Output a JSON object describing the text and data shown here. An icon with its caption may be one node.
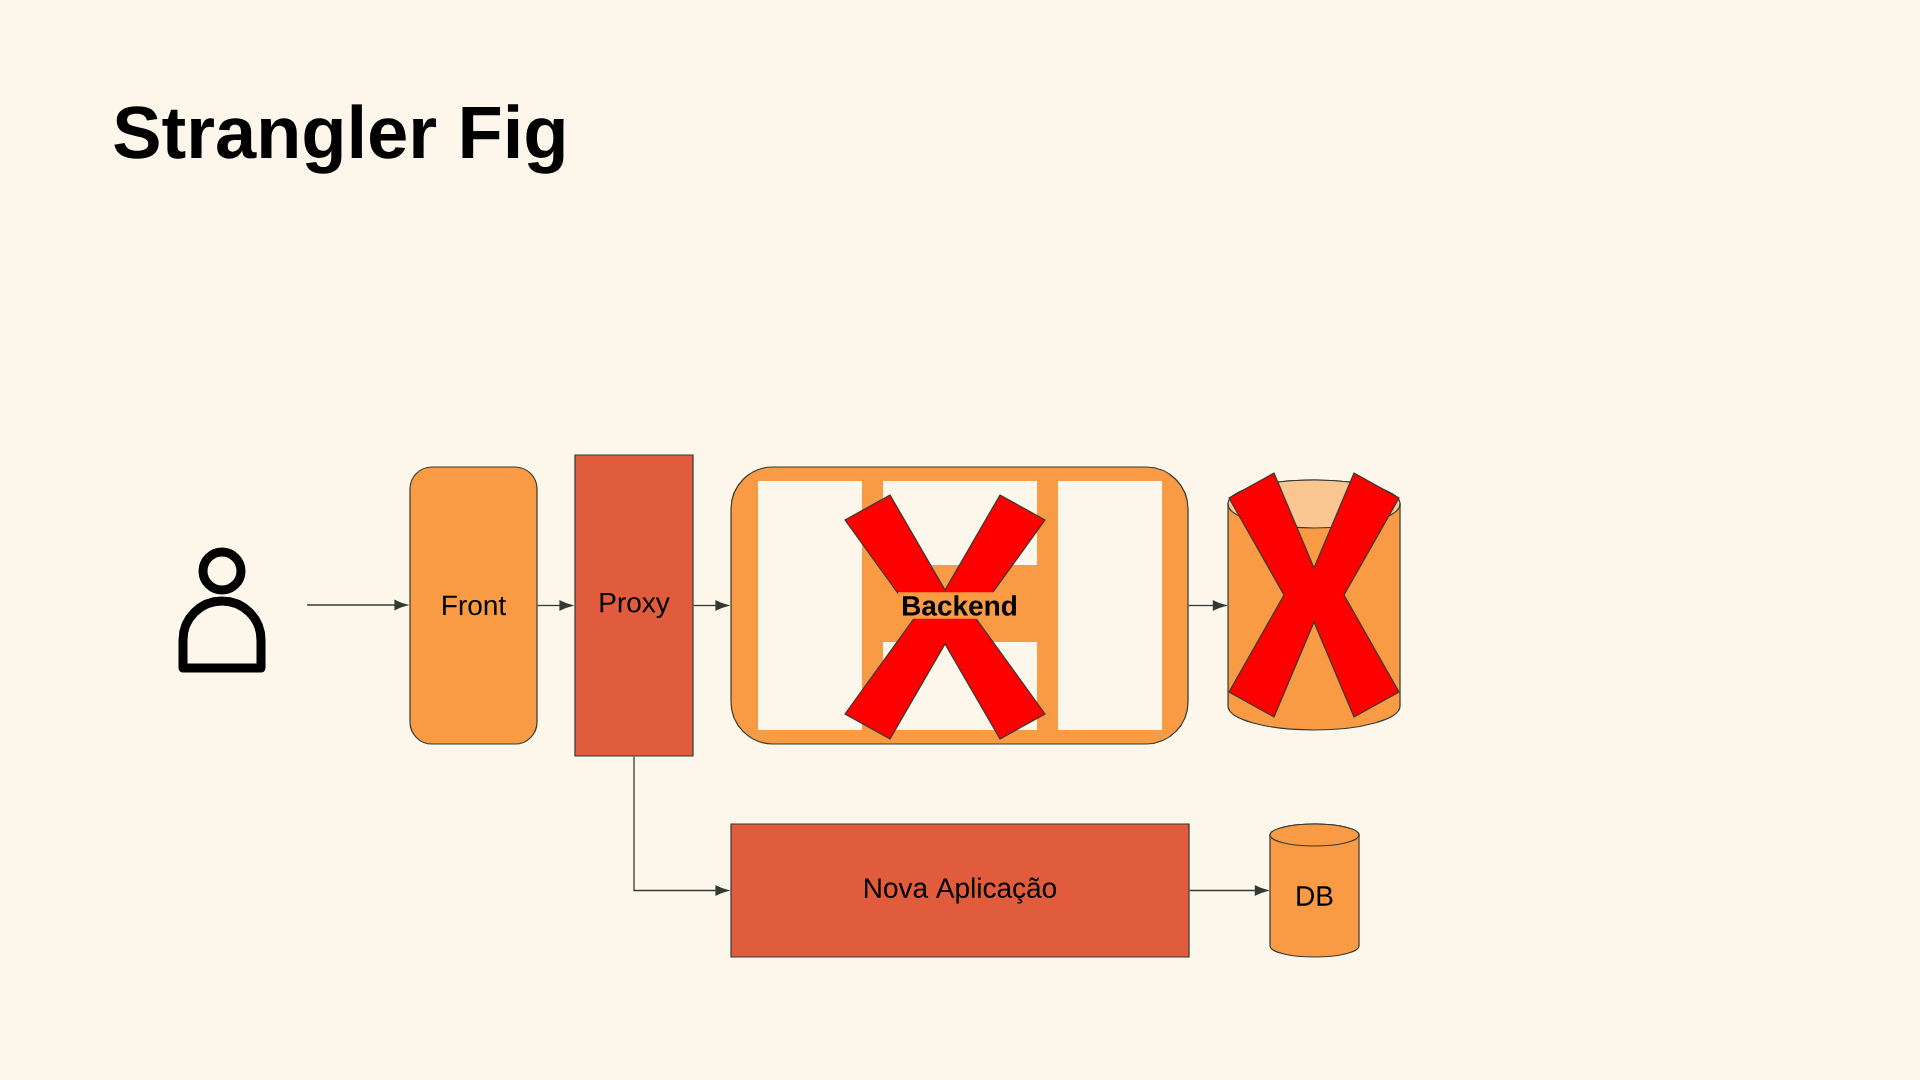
{
  "diagram": {
    "title": "Strangler Fig",
    "nodes": [
      {
        "text": [],
        "shape": "person"
      },
      {
        "text": [
          "Front"
        ]
      },
      {
        "text": [
          "Proxy"
        ]
      },
      {
        "text": [
          "Backend"
        ]
      },
      {
        "text": [],
        "shape": "cylinder"
      },
      {
        "text": [
          "Nova Aplicação"
        ]
      },
      {
        "text": [
          "DB"
        ]
      }
    ],
    "edges": [
      {
        "from": 0,
        "to": 1,
        "arrow": "to"
      },
      {
        "from": 1,
        "to": 2,
        "arrow": "to"
      },
      {
        "from": 2,
        "to": 3,
        "arrow": "to"
      },
      {
        "from": 3,
        "to": 4,
        "arrow": "to"
      },
      {
        "from": 2,
        "to": 5,
        "arrow": "to"
      },
      {
        "from": 5,
        "to": 6,
        "arrow": "to"
      }
    ]
  }
}
